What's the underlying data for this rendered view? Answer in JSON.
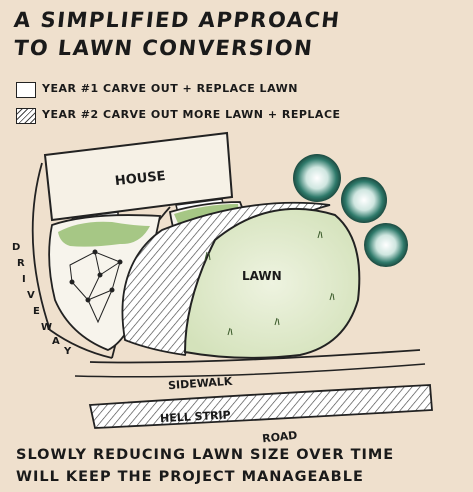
{
  "title": {
    "line1": "A simplified approach",
    "line2": "to lawn conversion"
  },
  "legend": [
    {
      "label": "Year #1 Carve out + replace lawn",
      "pattern": "plain"
    },
    {
      "label": "Year #2 Carve out  more lawn + replace",
      "pattern": "hatched"
    }
  ],
  "labels": {
    "house": "House",
    "lawn": "Lawn",
    "sidewalk": "Sidewalk",
    "hellstrip": "Hell strip",
    "road": "Road",
    "driveway": "Driveway"
  },
  "caption": {
    "line1": "Slowly reducing lawn size over time",
    "line2": "will keep the project manageable"
  },
  "colors": {
    "background": "#efe0cd",
    "lawn": "#dfe8cc",
    "shrub": "#2f7a6b",
    "planting": "#9cc27a",
    "ink": "#1a1a1a"
  }
}
